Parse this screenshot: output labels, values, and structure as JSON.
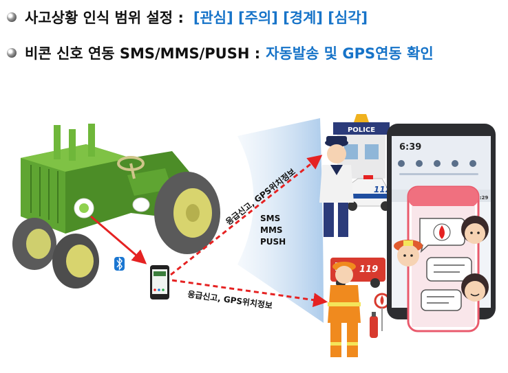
{
  "header": {
    "line1_label": "사고상황 인식 범위 설정 :",
    "line1_levels": "[관심] [주의] [경계] [심각]",
    "line2_label": "비콘 신호 연동 SMS/MMS/PUSH :",
    "line2_value": "자동발송 및 GPS연동 확인"
  },
  "diagram": {
    "arrow_upper_label": "응급신고, GPS위치정보",
    "arrow_lower_label": "응급신고, GPS위치정보",
    "channels": [
      "SMS",
      "MMS",
      "PUSH"
    ],
    "police_sign": "POLICE",
    "police_car_number": "112",
    "fire_truck_number": "119",
    "phone_time": "6:39",
    "phone_clock_small": "6:29"
  },
  "colors": {
    "accent_blue": "#1673c8",
    "alert_red": "#e52222",
    "tractor_green": "#5fa532"
  }
}
